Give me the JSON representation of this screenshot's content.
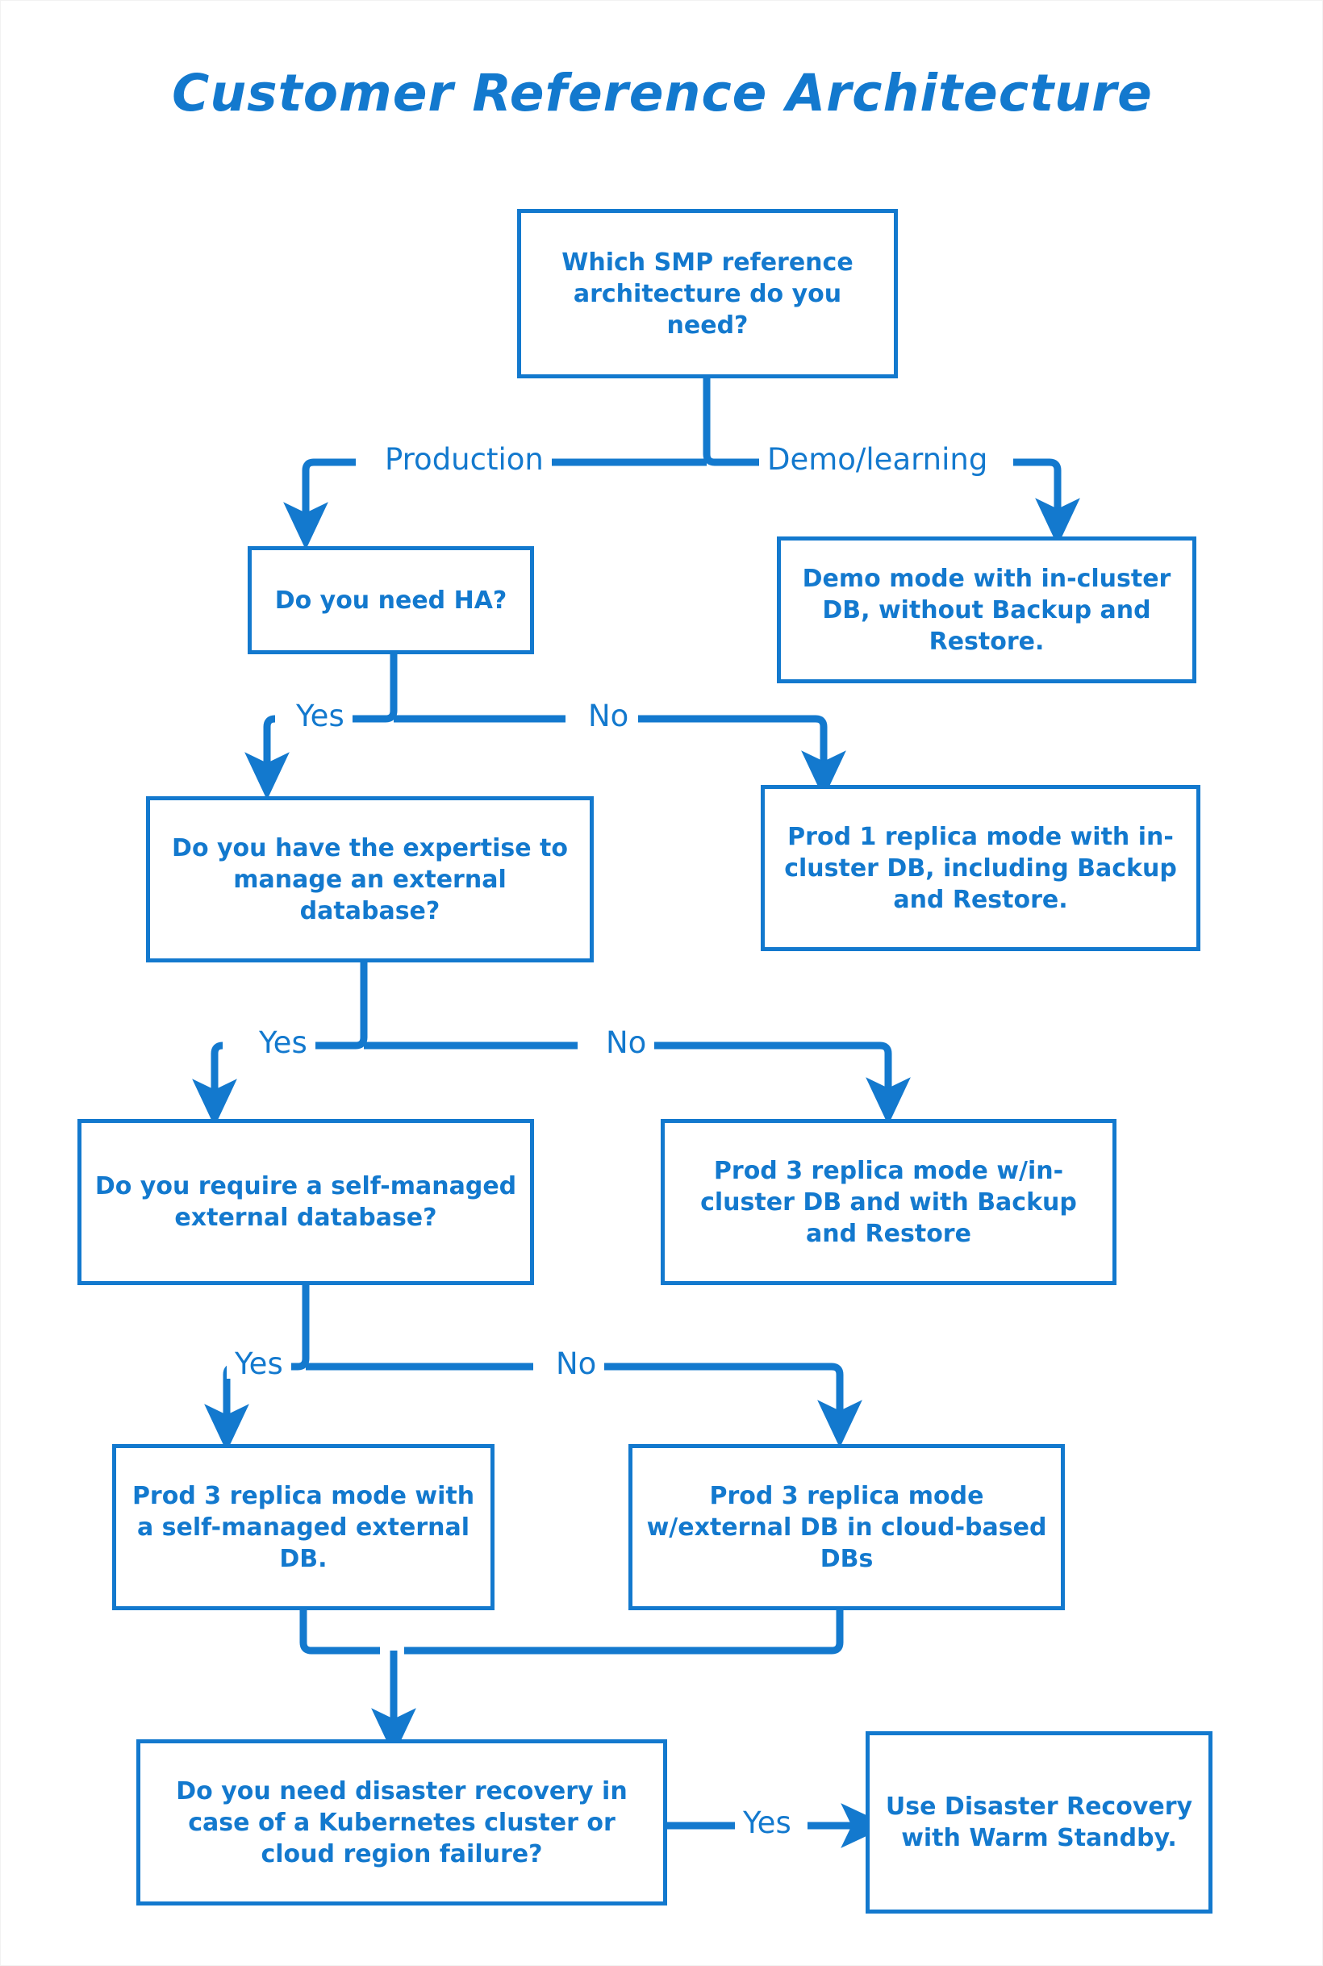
{
  "page": {
    "title": "Customer Reference Architecture",
    "accent_color": "#1379CE",
    "background_color": "#FFFFFF"
  },
  "nodes": {
    "root_question": "Which SMP reference architecture do you need?",
    "ha_question": "Do you need HA?",
    "demo_mode": "Demo mode with in-cluster DB, without Backup and Restore.",
    "expertise_question": "Do you have the expertise to manage an external database?",
    "prod1_replica": "Prod 1 replica mode with in-cluster DB, including Backup and Restore.",
    "self_managed_question": "Do you require a self-managed external database?",
    "prod3_incluster": "Prod 3 replica mode w/in-cluster DB and with Backup and Restore",
    "prod3_self_managed": "Prod 3 replica mode with a self-managed external DB.",
    "prod3_cloud": "Prod 3 replica mode w/external DB in cloud-based DBs",
    "dr_question": "Do you need disaster recovery in case of a Kubernetes cluster or cloud region failure?",
    "warm_standby": "Use Disaster Recovery with Warm Standby."
  },
  "edge_labels": {
    "production": "Production",
    "demo_learning": "Demo/learning",
    "ha_yes": "Yes",
    "ha_no": "No",
    "expertise_yes": "Yes",
    "expertise_no": "No",
    "self_managed_yes": "Yes",
    "self_managed_no": "No",
    "dr_yes": "Yes"
  },
  "chart_data": {
    "type": "diagram",
    "diagram_kind": "decision-flowchart",
    "title": "Customer Reference Architecture",
    "nodes": [
      {
        "id": "root",
        "kind": "decision",
        "text": "Which SMP reference architecture do you need?"
      },
      {
        "id": "ha",
        "kind": "decision",
        "text": "Do you need HA?"
      },
      {
        "id": "demo",
        "kind": "outcome",
        "text": "Demo mode with in-cluster DB, without Backup and Restore."
      },
      {
        "id": "expertise",
        "kind": "decision",
        "text": "Do you have the expertise to manage an external database?"
      },
      {
        "id": "prod1",
        "kind": "outcome",
        "text": "Prod 1 replica mode with in-cluster DB, including Backup and Restore."
      },
      {
        "id": "selfmanaged",
        "kind": "decision",
        "text": "Do you require a self-managed external database?"
      },
      {
        "id": "prod3incluster",
        "kind": "outcome",
        "text": "Prod 3 replica mode w/in-cluster DB and with Backup and Restore"
      },
      {
        "id": "prod3self",
        "kind": "outcome",
        "text": "Prod 3 replica mode with a self-managed external DB."
      },
      {
        "id": "prod3cloud",
        "kind": "outcome",
        "text": "Prod 3 replica mode w/external DB in cloud-based DBs"
      },
      {
        "id": "dr",
        "kind": "decision",
        "text": "Do you need disaster recovery in case of a Kubernetes cluster or cloud region failure?"
      },
      {
        "id": "warmstandby",
        "kind": "outcome",
        "text": "Use Disaster Recovery with Warm Standby."
      }
    ],
    "edges": [
      {
        "from": "root",
        "to": "ha",
        "label": "Production"
      },
      {
        "from": "root",
        "to": "demo",
        "label": "Demo/learning"
      },
      {
        "from": "ha",
        "to": "expertise",
        "label": "Yes"
      },
      {
        "from": "ha",
        "to": "prod1",
        "label": "No"
      },
      {
        "from": "expertise",
        "to": "selfmanaged",
        "label": "Yes"
      },
      {
        "from": "expertise",
        "to": "prod3incluster",
        "label": "No"
      },
      {
        "from": "selfmanaged",
        "to": "prod3self",
        "label": "Yes"
      },
      {
        "from": "selfmanaged",
        "to": "prod3cloud",
        "label": "No"
      },
      {
        "from": "prod3self",
        "to": "dr",
        "label": ""
      },
      {
        "from": "prod3cloud",
        "to": "dr",
        "label": ""
      },
      {
        "from": "dr",
        "to": "warmstandby",
        "label": "Yes"
      }
    ]
  }
}
